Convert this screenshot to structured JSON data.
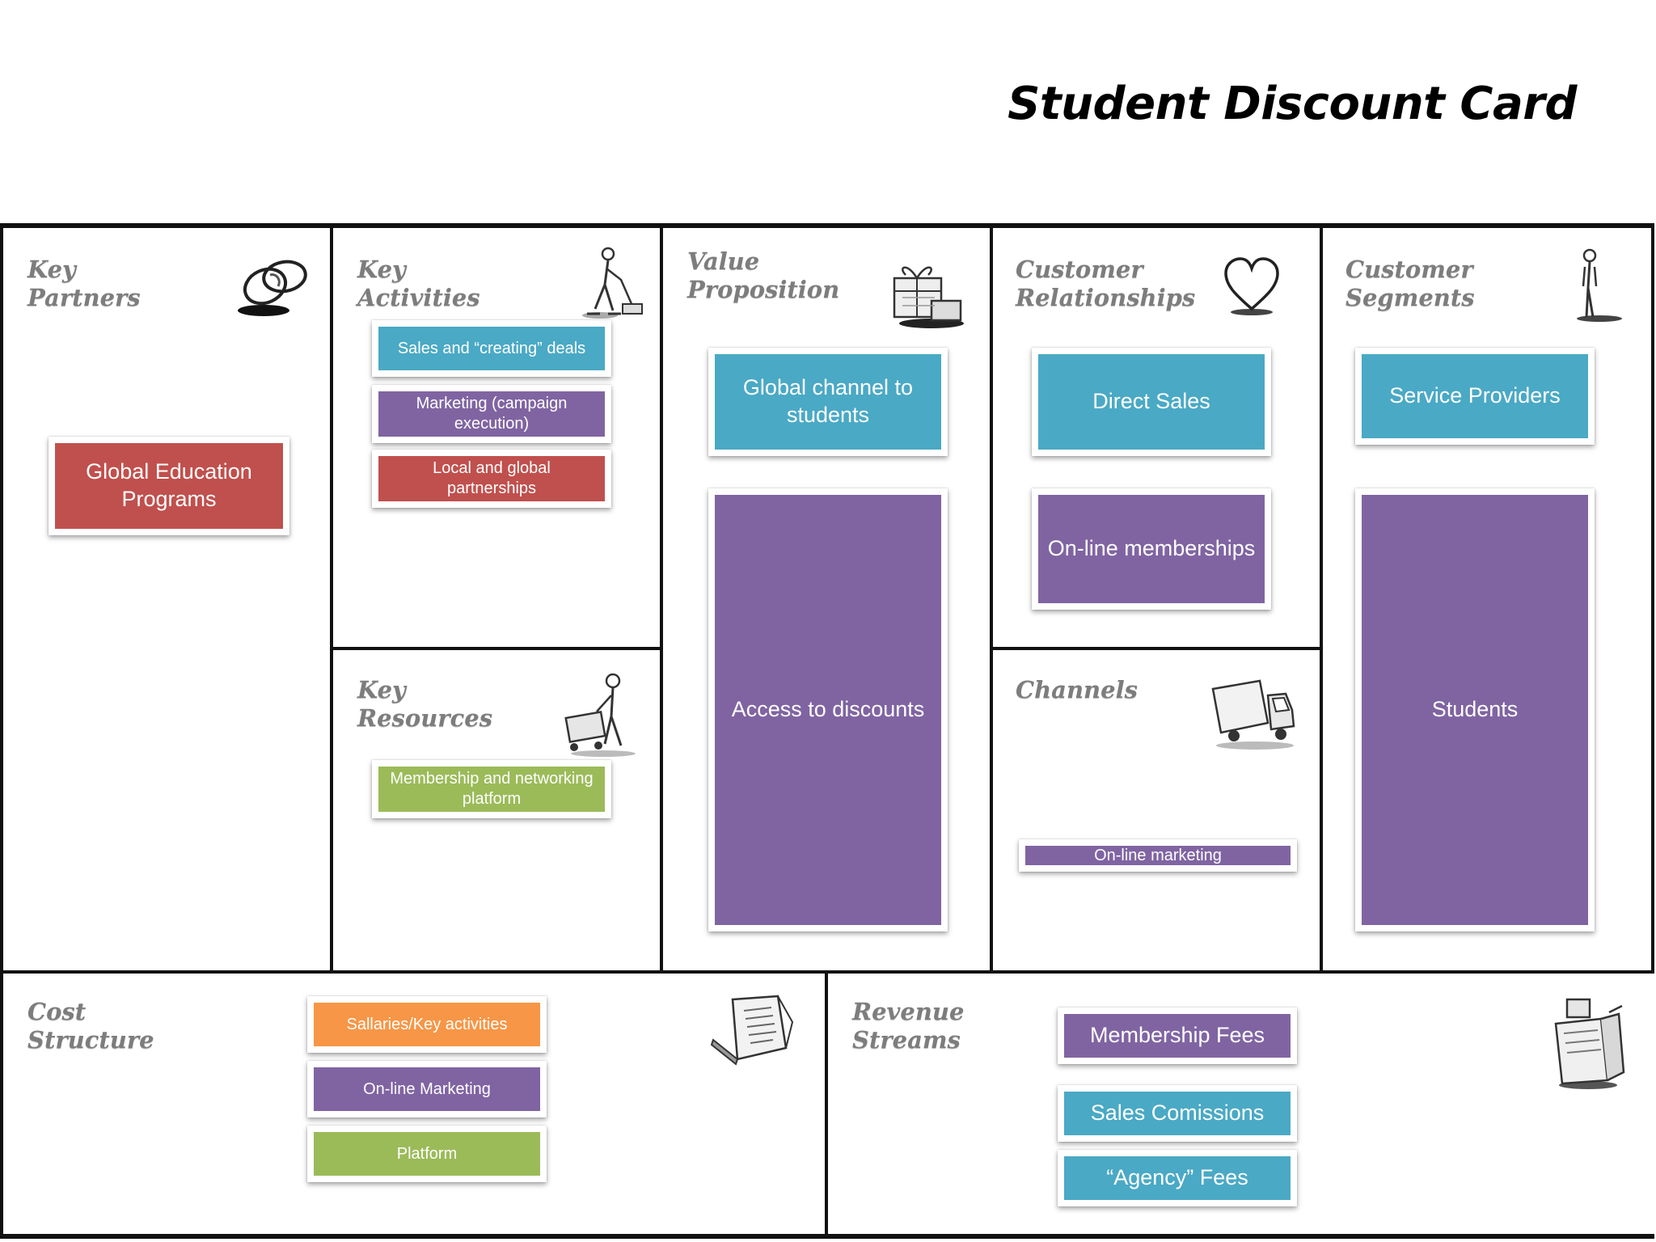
{
  "title": "Student Discount Card",
  "colors": {
    "blue": "#4aa9c5",
    "purple": "#8064a2",
    "red": "#c0504d",
    "green": "#9bbb59",
    "orange": "#f79646"
  },
  "sections": {
    "key_partners": {
      "label": "Key\nPartners",
      "icon": "chain-link-icon",
      "notes": [
        "Global Education Programs"
      ]
    },
    "key_activities": {
      "label": "Key\nActivities",
      "icon": "worker-icon",
      "notes": [
        "Sales and “creating” deals",
        "Marketing (campaign execution)",
        "Local and global partnerships"
      ]
    },
    "key_resources": {
      "label": "Key\nResources",
      "icon": "worker-with-cart-icon",
      "notes": [
        "Membership and networking platform"
      ]
    },
    "value_proposition": {
      "label": "Value\nProposition",
      "icon": "gift-icon",
      "notes": [
        "Global channel to students",
        "Access to discounts"
      ]
    },
    "customer_relationships": {
      "label": "Customer\nRelationships",
      "icon": "heart-icon",
      "notes": [
        "Direct Sales",
        "On-line memberships"
      ]
    },
    "channels": {
      "label": "Channels",
      "icon": "truck-icon",
      "notes": [
        "On-line marketing"
      ]
    },
    "customer_segments": {
      "label": "Customer\nSegments",
      "icon": "person-icon",
      "notes": [
        "Service Providers",
        "Students"
      ]
    },
    "cost_structure": {
      "label": "Cost\nStructure",
      "icon": "price-tag-icon",
      "notes": [
        "Sallaries/Key activities",
        "On-line Marketing",
        "Platform"
      ]
    },
    "revenue_streams": {
      "label": "Revenue\nStreams",
      "icon": "cash-register-icon",
      "notes": [
        "Membership Fees",
        "Sales Comissions",
        "“Agency” Fees"
      ]
    }
  }
}
